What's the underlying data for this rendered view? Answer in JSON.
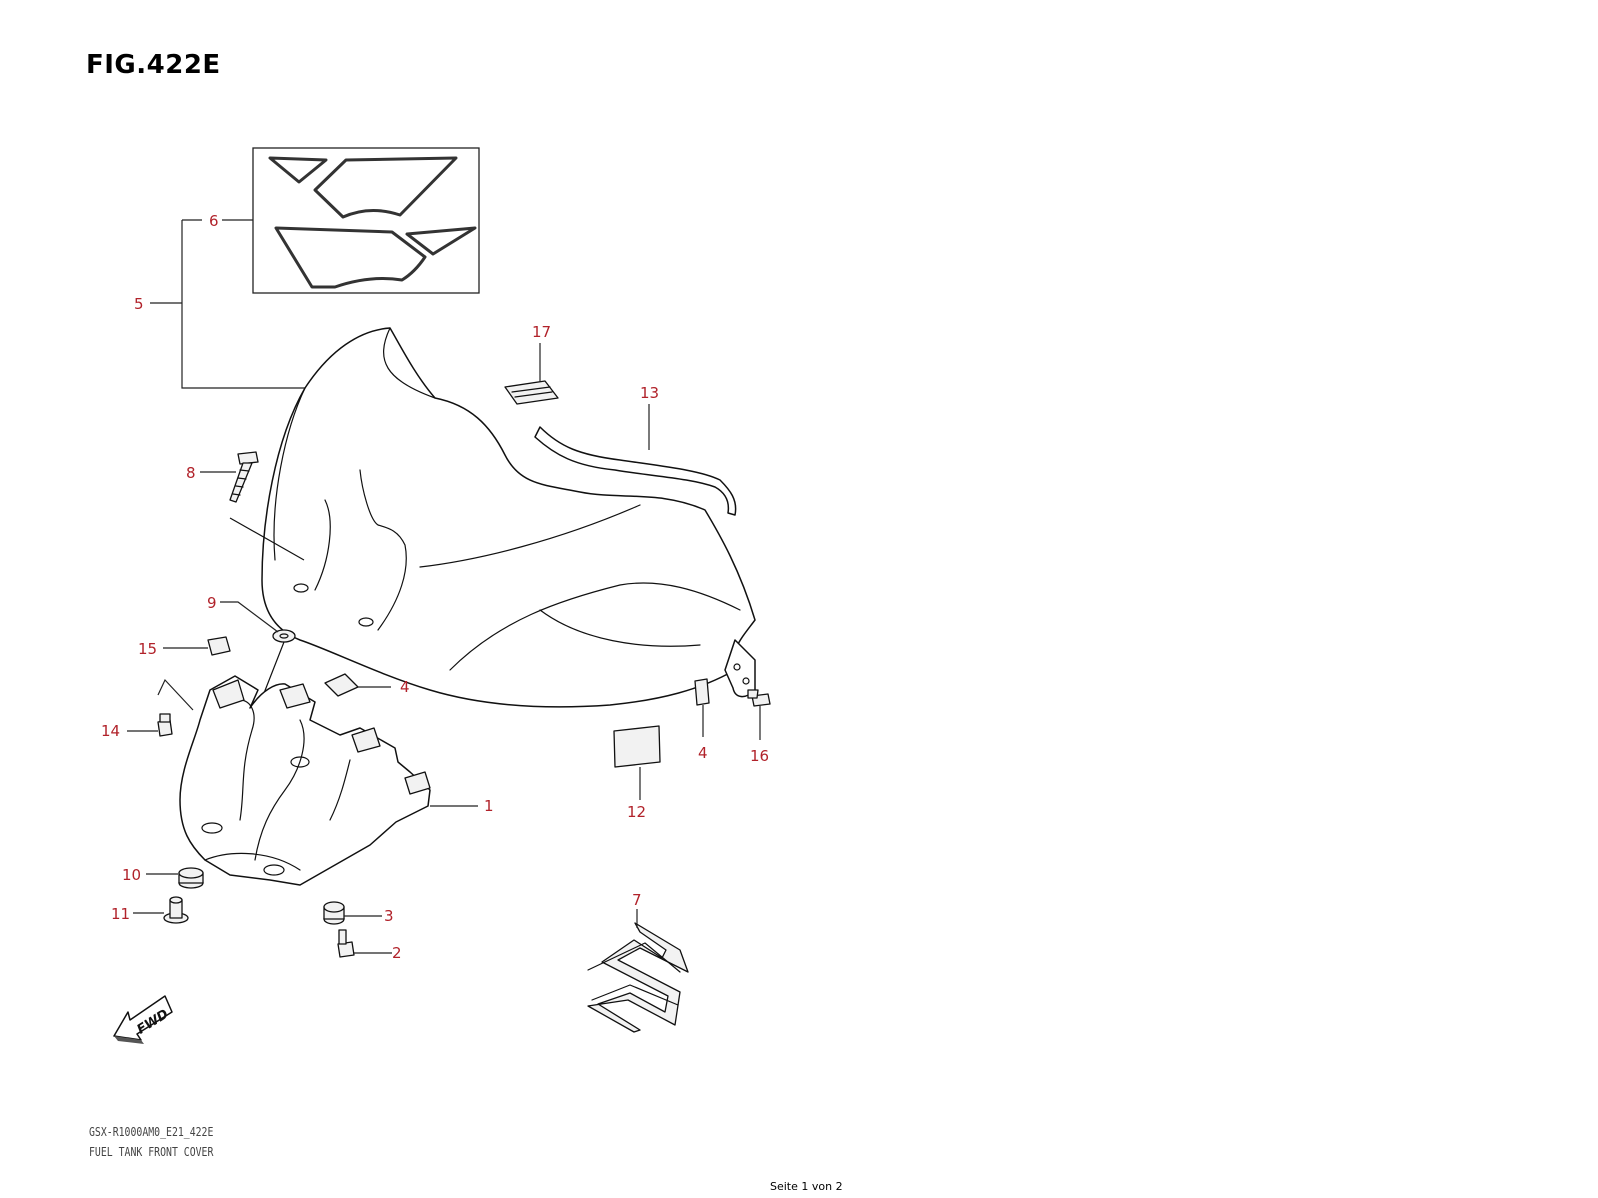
{
  "figure": {
    "title": "FIG.422E",
    "model_code": "GSX-R1000AM0_E21_422E",
    "description": "FUEL TANK FRONT COVER"
  },
  "callouts": [
    "1",
    "2",
    "3",
    "4",
    "4",
    "5",
    "6",
    "7",
    "8",
    "9",
    "10",
    "11",
    "12",
    "13",
    "14",
    "15",
    "16",
    "17"
  ],
  "direction_label": "FWD",
  "page_indicator": "Seite 1 von 2",
  "colors": {
    "callout_text": "#b1222a",
    "line": "#111111"
  }
}
